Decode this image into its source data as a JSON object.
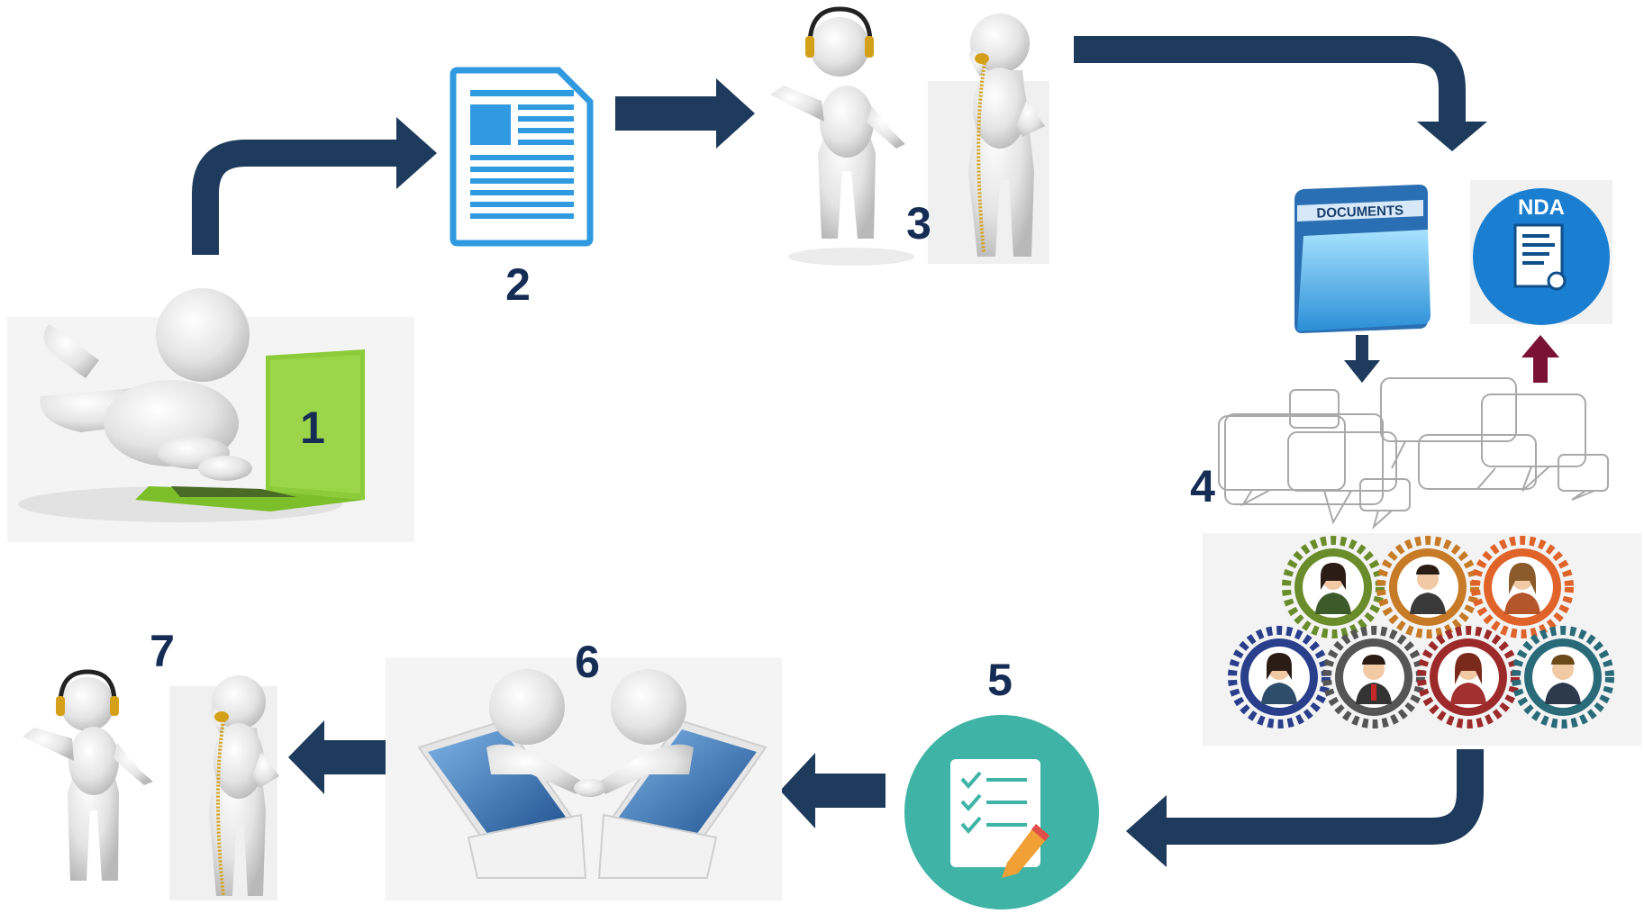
{
  "steps": [
    {
      "number": "1",
      "icon": "person-laptop-icon"
    },
    {
      "number": "2",
      "icon": "document-icon"
    },
    {
      "number": "3",
      "icon": "headset-person-and-phone-person-icon"
    },
    {
      "number": "4",
      "icon": "documents-nda-discussion-team-icon"
    },
    {
      "number": "5",
      "icon": "checklist-icon"
    },
    {
      "number": "6",
      "icon": "laptop-handshake-icon"
    },
    {
      "number": "7",
      "icon": "headset-person-and-phone-person-icon"
    }
  ],
  "folder_label": "DOCUMENTS",
  "nda_label": "NDA",
  "colors": {
    "arrow": "#1e3a5c",
    "number": "#152c55",
    "nda_arrow": "#7a1235",
    "doc_blue": "#2f9ae0",
    "laptop_green": "#8ccc3a",
    "checklist_teal": "#3fb4a6",
    "nda_circle": "#1b7fd1"
  }
}
